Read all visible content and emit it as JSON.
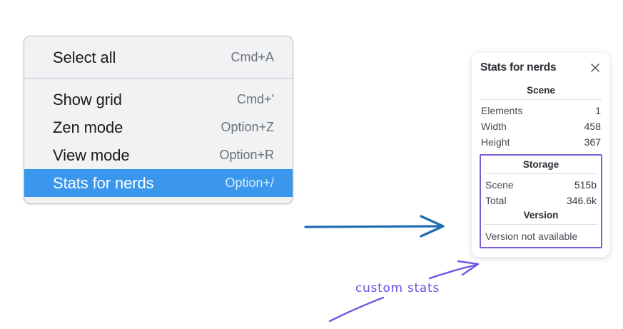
{
  "context_menu": {
    "groups": [
      {
        "items": [
          {
            "label": "Select all",
            "shortcut": "Cmd+A",
            "selected": false
          }
        ]
      },
      {
        "items": [
          {
            "label": "Show grid",
            "shortcut": "Cmd+'",
            "selected": false
          },
          {
            "label": "Zen mode",
            "shortcut": "Option+Z",
            "selected": false
          },
          {
            "label": "View mode",
            "shortcut": "Option+R",
            "selected": false
          },
          {
            "label": "Stats for nerds",
            "shortcut": "Option+/",
            "selected": true
          }
        ]
      }
    ],
    "highlight_color": "#3b97ed"
  },
  "stats_panel": {
    "title": "Stats for nerds",
    "close_icon": "close-icon",
    "scene": {
      "heading": "Scene",
      "rows": [
        {
          "label": "Elements",
          "value": "1"
        },
        {
          "label": "Width",
          "value": "458"
        },
        {
          "label": "Height",
          "value": "367"
        }
      ]
    },
    "storage": {
      "heading": "Storage",
      "rows": [
        {
          "label": "Scene",
          "value": "515b"
        },
        {
          "label": "Total",
          "value": "346.6k"
        }
      ]
    },
    "version": {
      "heading": "Version",
      "note": "Version not available"
    },
    "highlight_border_color": "#7b5bd6"
  },
  "annotations": {
    "label": "custom stats",
    "label_color": "#6b4ee0",
    "arrow_color": "#1f6bb0"
  }
}
